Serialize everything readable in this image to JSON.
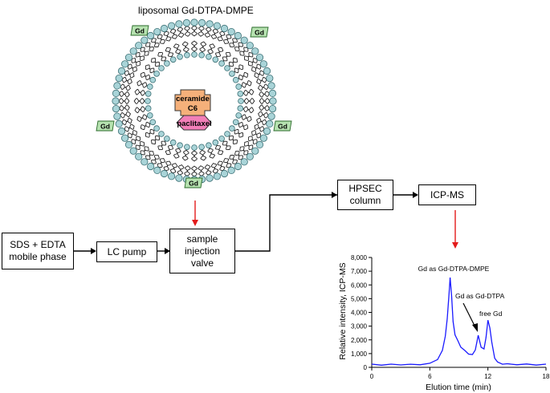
{
  "title": "liposomal Gd-DTPA-DMPE",
  "liposome": {
    "gd_label": "Gd",
    "ceramide_line1": "ceramide",
    "ceramide_line2": "C6",
    "paclitaxel": "paclitaxel"
  },
  "flow": {
    "mobile_phase": "SDS + EDTA\nmobile phase",
    "lc_pump": "LC pump",
    "injection_valve": "sample\ninjection\nvalve",
    "hpsec_column": "HPSEC\ncolumn",
    "icp_ms": "ICP-MS"
  },
  "colors": {
    "line": "#1a1aff",
    "arrow_red": "#e31b1b",
    "lipid_head": "#a9d4d8",
    "gd_fill": "#b6e2b0",
    "ceramide_fill": "#f5b07a",
    "paclitaxel_fill": "#f27fb8"
  },
  "chart_data": {
    "type": "line",
    "xlabel": "Elution time (min)",
    "ylabel": "Relative intensity, ICP-MS",
    "xlim": [
      0,
      18
    ],
    "ylim": [
      0,
      8000
    ],
    "xticks": [
      0,
      6,
      12,
      18
    ],
    "yticks": [
      0,
      1000,
      2000,
      3000,
      4000,
      5000,
      6000,
      7000,
      8000
    ],
    "ytick_labels": [
      "0",
      "1,000",
      "2,000",
      "3,000",
      "4,000",
      "5,000",
      "6,000",
      "7,000",
      "8,000"
    ],
    "series": [
      {
        "x": [
          0,
          1,
          2,
          3,
          4,
          5,
          6,
          6.8,
          7.3,
          7.6,
          7.8,
          8.0,
          8.1,
          8.25,
          8.4,
          8.6,
          8.9,
          9.2,
          9.6,
          10.0,
          10.4,
          10.7,
          11.0,
          11.3,
          11.6,
          11.8,
          12.0,
          12.2,
          12.4,
          12.7,
          13.0,
          13.5,
          14,
          15,
          16,
          17,
          18
        ],
        "y": [
          200,
          190,
          200,
          210,
          190,
          220,
          260,
          600,
          1200,
          2300,
          3500,
          5500,
          6500,
          5200,
          3300,
          2400,
          1900,
          1500,
          1200,
          1000,
          900,
          1300,
          2300,
          1500,
          1300,
          2200,
          3400,
          2900,
          1800,
          700,
          350,
          260,
          230,
          220,
          210,
          200,
          200
        ]
      }
    ],
    "annotations": [
      {
        "text": "Gd as Gd-DTPA-DMPE",
        "x": 8.1,
        "y": 6500
      },
      {
        "text": "Gd as Gd-DTPA",
        "x": 11.0,
        "y": 2300
      },
      {
        "text": "free Gd",
        "x": 12.0,
        "y": 3400
      }
    ]
  }
}
